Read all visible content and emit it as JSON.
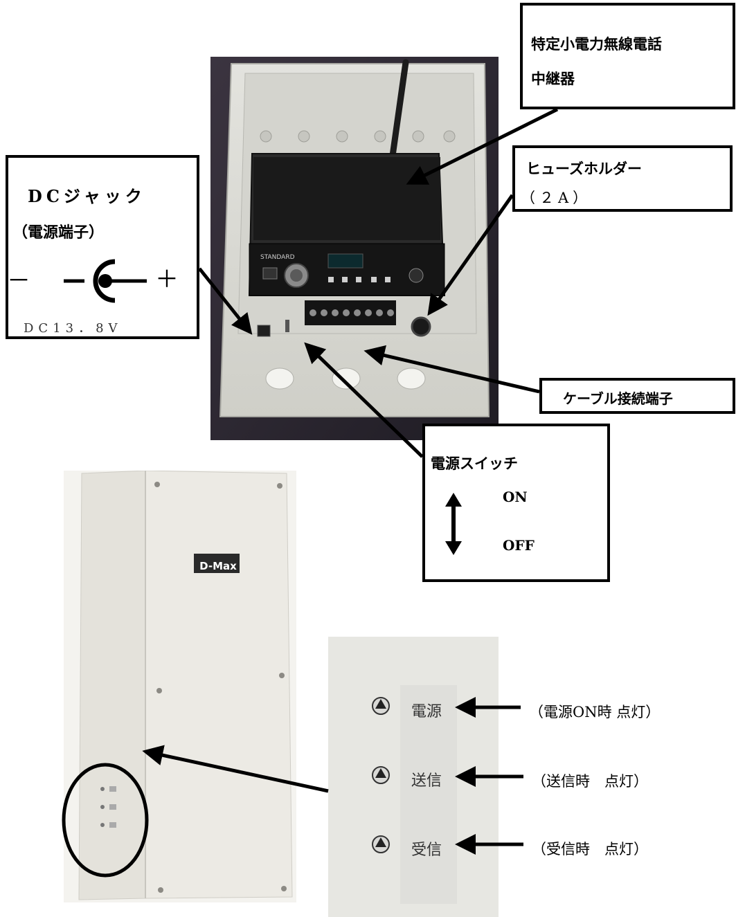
{
  "callouts": {
    "repeater": {
      "line1": "特定小電力無線電話",
      "line2": "中継器"
    },
    "fuse": {
      "line1": "ヒューズホルダー",
      "line2": "（２A）"
    },
    "dc_jack": {
      "line1": "DCジャック",
      "line2": "（電源端子）",
      "minus": "－",
      "plus": "＋",
      "voltage": "DC13．8V"
    },
    "cable_terminal": {
      "label": "ケーブル接続端子"
    },
    "power_switch": {
      "title": "電源スイッチ",
      "on": "ON",
      "off": "OFF"
    }
  },
  "device": {
    "brand_logo": "D-Max",
    "led_labels": [
      "電源",
      "送信",
      "受信"
    ],
    "led_notes": [
      "（電源ON時 点灯）",
      "（送信時　点灯）",
      "（受信時　点灯）"
    ]
  },
  "colors": {
    "box_gray": "#d9d9d3",
    "panel_black": "#151515",
    "enclosure_white": "#eceae4"
  }
}
